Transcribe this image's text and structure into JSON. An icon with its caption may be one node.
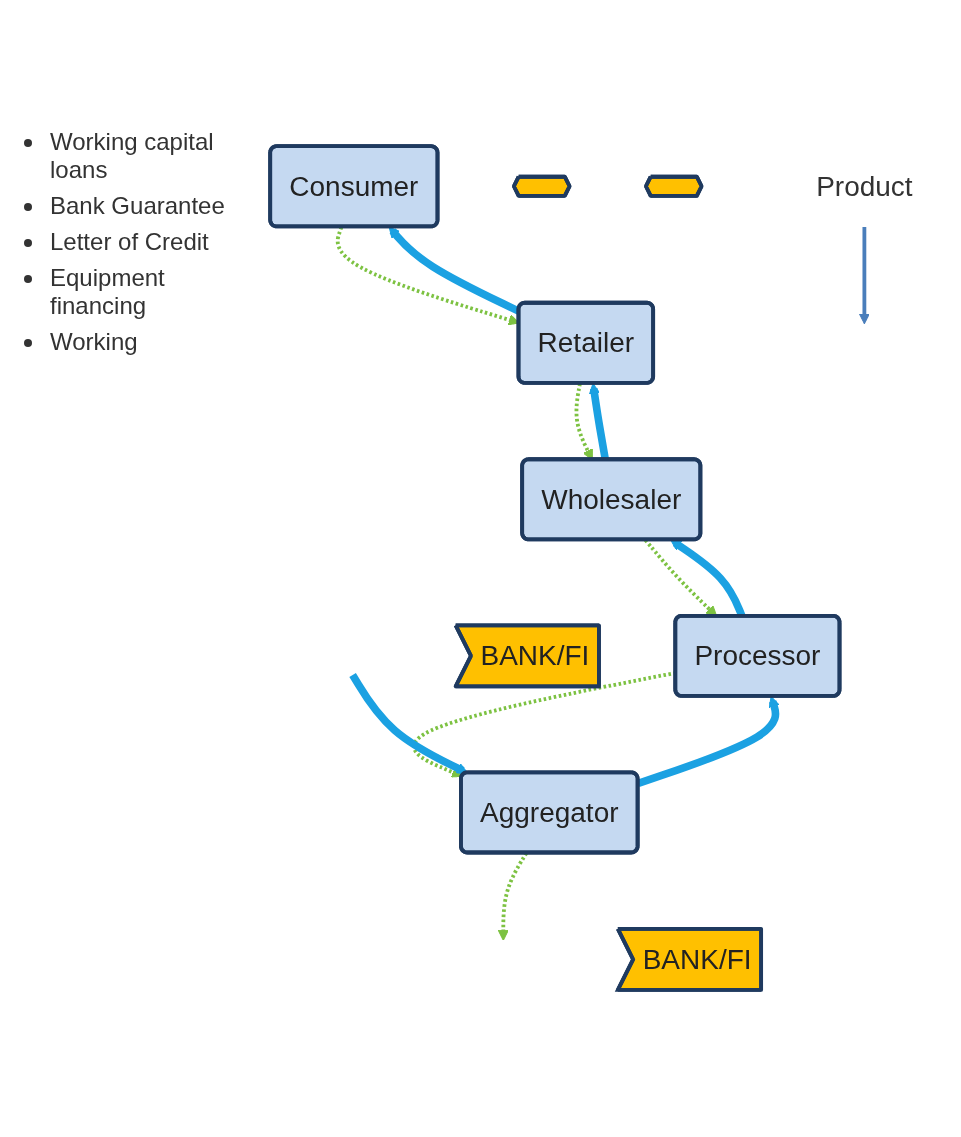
{
  "diagram": {
    "nodes": [
      {
        "text": [
          "Consumer"
        ]
      },
      {
        "text": [
          "Retailer"
        ]
      },
      {
        "text": [
          "Wholesaler"
        ]
      },
      {
        "text": [
          "Processor"
        ]
      },
      {
        "text": [
          "Aggregator"
        ]
      },
      {
        "text": [
          "BANK/FI"
        ]
      },
      {
        "text": [
          "BANK/FI"
        ]
      },
      {
        "text": [],
        "shape": "tag"
      },
      {
        "text": [],
        "shape": "tag"
      },
      {
        "text": [
          "Product"
        ]
      }
    ],
    "edges": [
      {
        "from": 1,
        "to": 0,
        "arrow": "to",
        "style": "thick",
        "color": "#1ba1e2"
      },
      {
        "from": 0,
        "to": 1,
        "arrow": "to",
        "style": "dashed",
        "color": "#7dc242"
      },
      {
        "from": 2,
        "to": 1,
        "arrow": "to",
        "style": "thick",
        "color": "#1ba1e2"
      },
      {
        "from": 1,
        "to": 2,
        "arrow": "to",
        "style": "dashed",
        "color": "#7dc242"
      },
      {
        "from": 3,
        "to": 2,
        "arrow": "to",
        "style": "thick",
        "color": "#1ba1e2"
      },
      {
        "from": 2,
        "to": 3,
        "arrow": "to",
        "style": "dashed",
        "color": "#7dc242"
      },
      {
        "from": 4,
        "to": 3,
        "arrow": "to",
        "style": "thick",
        "color": "#1ba1e2"
      },
      {
        "from": 3,
        "to": 4,
        "arrow": "to",
        "style": "dashed",
        "color": "#7dc242"
      },
      {
        "from": null,
        "to": 4,
        "arrow": "to",
        "style": "thick",
        "color": "#1ba1e2"
      },
      {
        "from": 4,
        "to": null,
        "arrow": "to",
        "style": "dashed",
        "color": "#7dc242"
      },
      {
        "from": 9,
        "to": null,
        "arrow": "to",
        "color": "#4a7ebb"
      }
    ],
    "labels": [
      "Working capital loans",
      "Bank Guarantee",
      "Letter of Credit",
      "Equipment financing",
      "Working"
    ]
  }
}
